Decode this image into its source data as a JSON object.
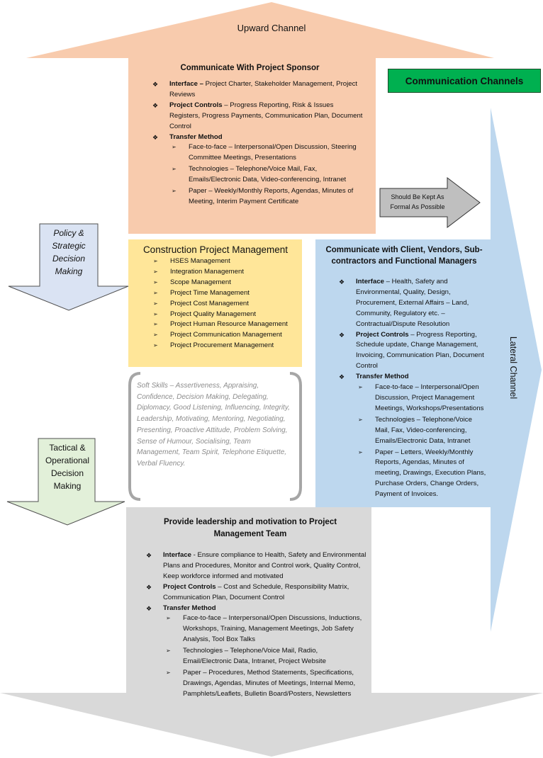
{
  "title": "Communication Channels",
  "upward_channel": "Upward Channel",
  "lateral_channel": "Lateral Channel",
  "formal_note": "Should Be Kept As Formal As Possible",
  "policy_label": "Policy & Strategic Decision Making",
  "tactical_label": "Tactical & Operational Decision Making",
  "sponsor": {
    "heading": "Communicate With Project Sponsor",
    "interface_label": "Interface –",
    "interface_text": " Project Charter, Stakeholder Management, Project Reviews",
    "controls_label": "Project Controls",
    "controls_text": " – Progress Reporting, Risk & Issues Registers, Progress Payments, Communication Plan, Document Control",
    "transfer_label": "Transfer Method",
    "methods": [
      "Face-to-face – Interpersonal/Open Discussion, Steering Committee Meetings, Presentations",
      "Technologies – Telephone/Voice Mail, Fax, Emails/Electronic Data, Video-conferencing, Intranet",
      "Paper – Weekly/Monthly Reports, Agendas, Minutes of Meeting, Interim Payment Certificate"
    ]
  },
  "cpm": {
    "heading": "Construction Project Management",
    "items": [
      "HSES Management",
      "Integration Management",
      "Scope Management",
      "Project Time Management",
      "Project Cost Management",
      "Project Quality Management",
      "Project Human Resource Management",
      "Project Communication Management",
      "Project Procurement Management"
    ]
  },
  "soft_skills": "Soft Skills – Assertiveness, Appraising, Confidence, Decision Making, Delegating, Diplomacy, Good Listening, Influencing, Integrity, Leadership, Motivating, Mentoring, Negotiating, Presenting, Proactive Attitude, Problem Solving, Sense of Humour, Socialising, Team Management, Team Spirit, Telephone Etiquette, Verbal Fluency.",
  "client": {
    "heading": "Communicate with Client, Vendors, Sub-contractors and Functional Managers",
    "interface_label": "Interface",
    "interface_text": " – Health, Safety and Environmental, Quality, Design, Procurement, External Affairs – Land, Community, Regulatory etc. – Contractual/Dispute Resolution",
    "controls_label": "Project Controls",
    "controls_text": " – Progress Reporting, Schedule update, Change Management, Invoicing, Communication Plan, Document Control",
    "transfer_label": "Transfer Method",
    "methods": [
      "Face-to-face – Interpersonal/Open Discussion, Project Management Meetings, Workshops/Presentations",
      "Technologies – Telephone/Voice Mail, Fax, Video-conferencing, Emails/Electronic Data, Intranet",
      "Paper – Letters, Weekly/Monthly Reports, Agendas, Minutes of meeting, Drawings, Execution Plans, Purchase Orders, Change Orders, Payment of Invoices."
    ]
  },
  "leadership": {
    "heading": "Provide leadership and motivation to Project Management Team",
    "interface_label": "Interface",
    "interface_text": " - Ensure compliance to Health, Safety and Environmental Plans and Procedures, Monitor and Control work, Quality Control, Keep workforce informed and motivated",
    "controls_label": "Project Controls",
    "controls_text": " – Cost and Schedule, Responsibility Matrix, Communication Plan, Document Control",
    "transfer_label": "Transfer Method",
    "methods": [
      "Face-to-face – Interpersonal/Open Discussions, Inductions, Workshops, Training, Management Meetings, Job Safety Analysis, Tool Box Talks",
      "Technologies – Telephone/Voice Mail, Radio, Email/Electronic Data, Intranet, Project Website",
      "Paper – Procedures, Method Statements, Specifications, Drawings, Agendas, Minutes of Meetings, Internal Memo, Pamphlets/Leaflets, Bulletin Board/Posters, Newsletters"
    ]
  },
  "colors": {
    "upward": "#f8cbad",
    "lateral": "#bdd7ee",
    "downward": "#d9d9d9",
    "cpm": "#ffe699",
    "title_bg": "#00b050",
    "policy": "#dae3f3",
    "tactical": "#e2f0d9",
    "formal": "#bfbfbf"
  }
}
